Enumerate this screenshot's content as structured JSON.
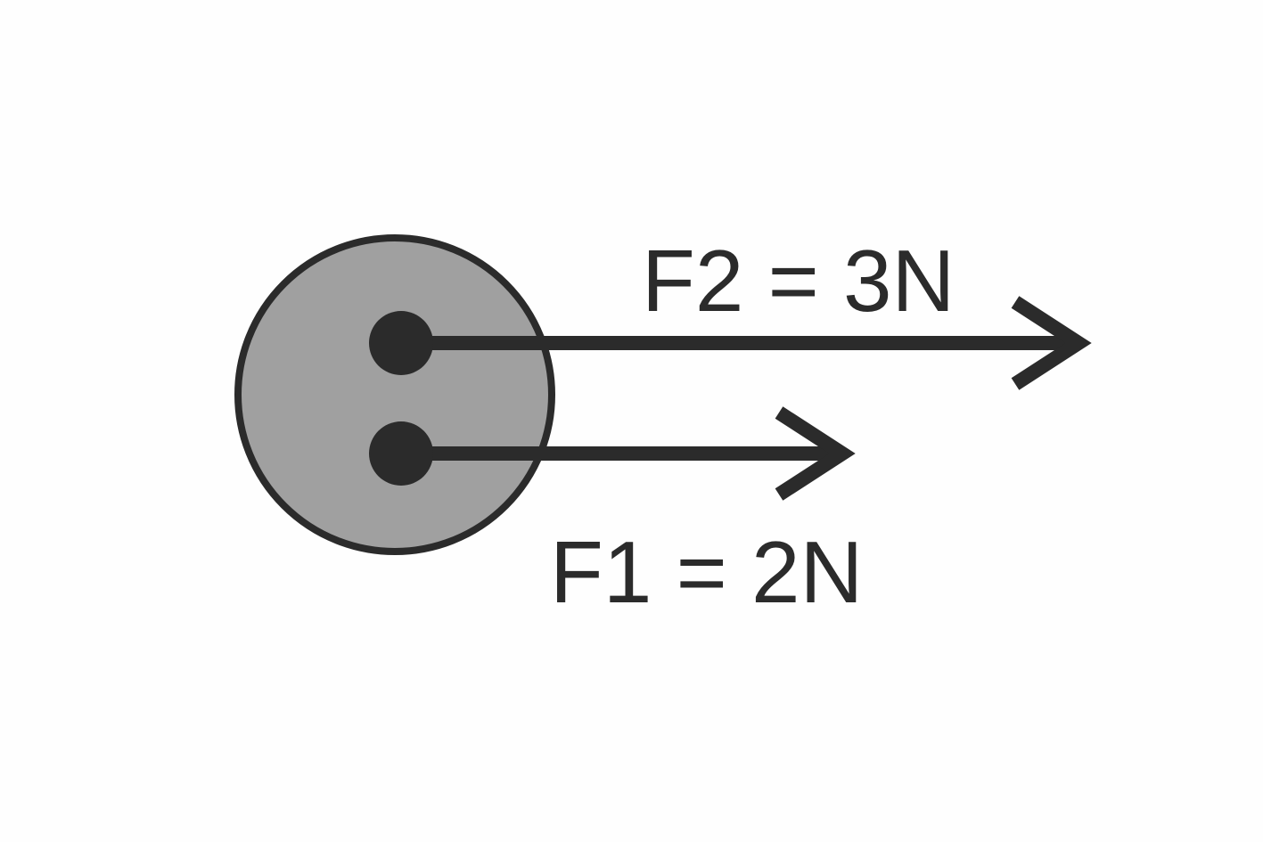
{
  "diagram": {
    "colors": {
      "background": "#fefefe",
      "body_fill": "#a0a0a0",
      "stroke": "#2b2b2b"
    },
    "forces": [
      {
        "id": "F1",
        "label": "F1 = 2N",
        "magnitude": 2,
        "unit": "N",
        "direction": "right"
      },
      {
        "id": "F2",
        "label": "F2 = 3N",
        "magnitude": 3,
        "unit": "N",
        "direction": "right"
      }
    ]
  }
}
